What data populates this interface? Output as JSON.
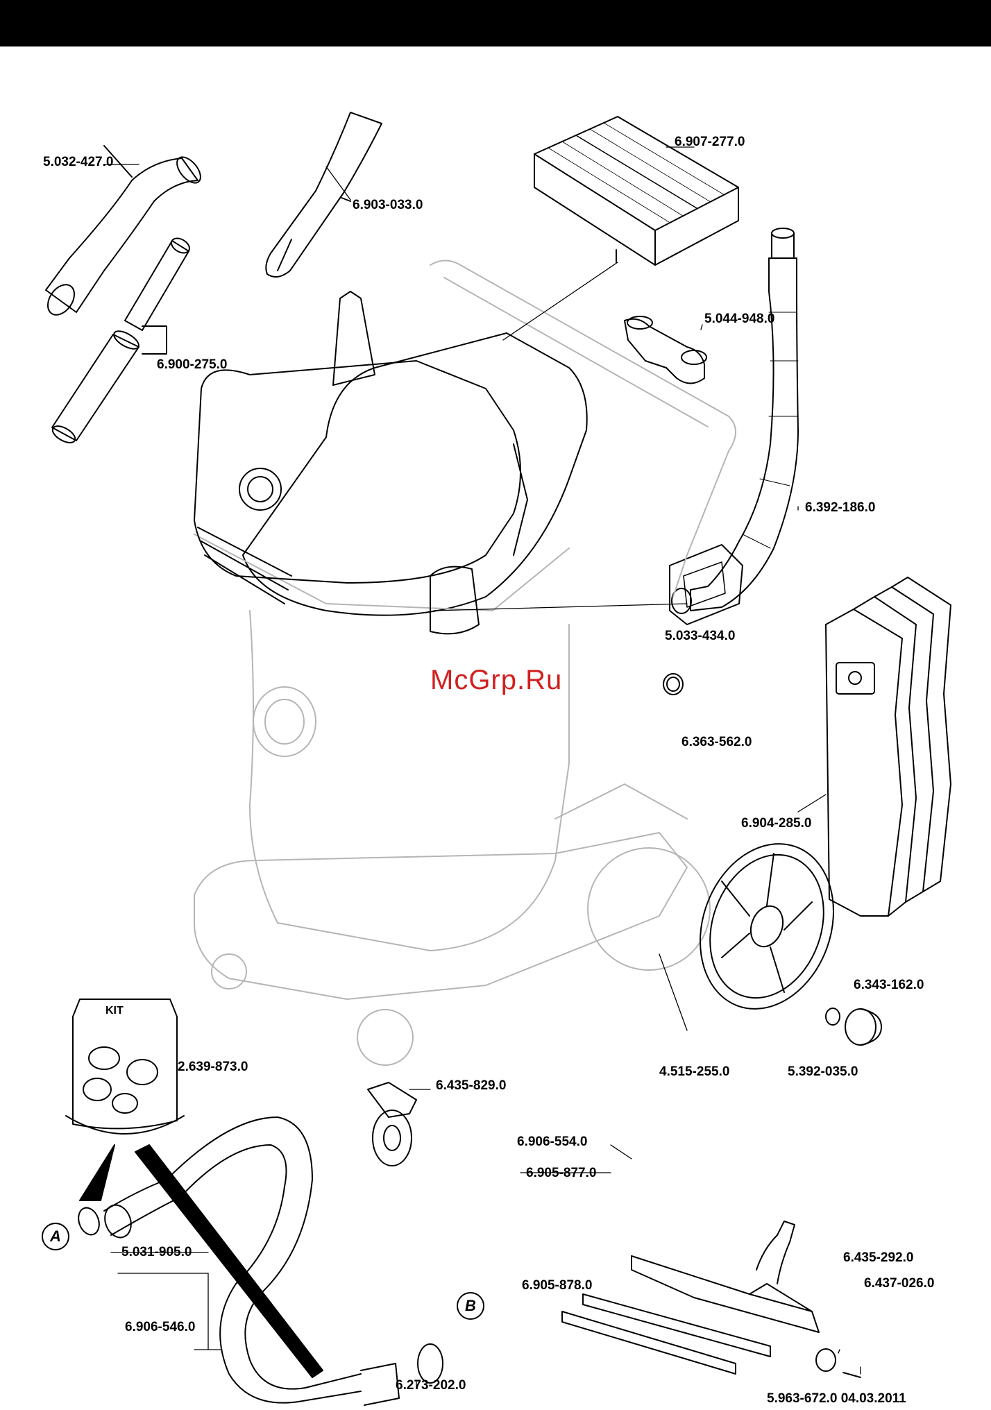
{
  "parts": {
    "p01": "5.032-427.0",
    "p02": "6.903-033.0",
    "p03": "6.907-277.0",
    "p04": "6.900-275.0",
    "p05": "5.044-948.0",
    "p06": "6.392-186.0",
    "p07": "5.033-434.0",
    "p08": "6.363-562.0",
    "p09": "6.904-285.0",
    "p10": "6.343-162.0",
    "p11": "2.639-873.0",
    "p12": "4.515-255.0",
    "p13": "5.392-035.0",
    "p14": "6.435-829.0",
    "p15": "6.906-554.0",
    "p16": "6.905-877.0",
    "p17": "5.031-905.0",
    "p18": "6.435-292.0",
    "p19": "6.437-026.0",
    "p20": "6.905-878.0",
    "p21": "6.906-546.0",
    "p22": "6.273-202.0"
  },
  "kit_label": "KIT",
  "connector_a": "A",
  "connector_b": "B",
  "watermark": "McGrp.Ru",
  "footer": "5.963-672.0  04.03.2011",
  "colors": {
    "line": "#000000",
    "ghost": "#b5b5b5",
    "watermark": "#d21f1f",
    "bar": "#000000"
  }
}
